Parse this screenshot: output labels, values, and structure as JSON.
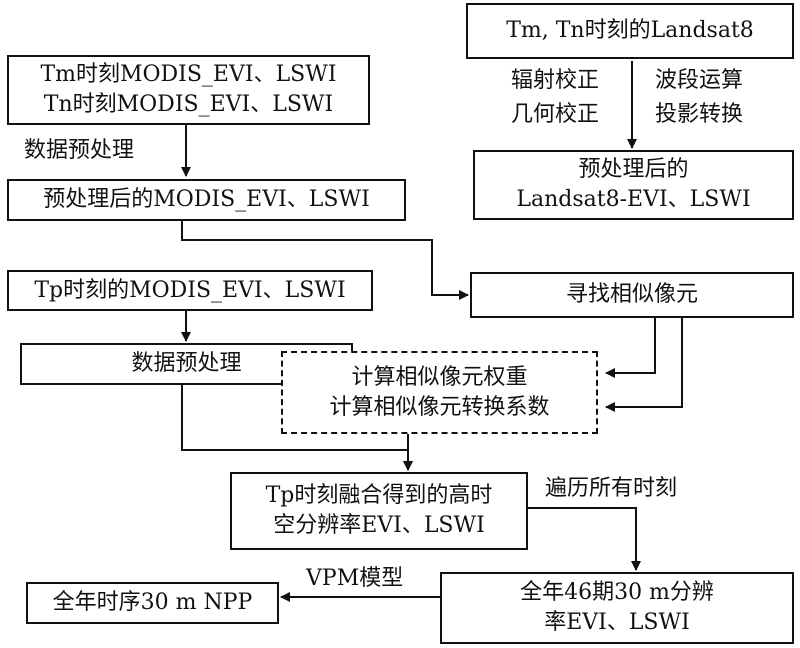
{
  "boxes": {
    "landsat_source": "Tm, Tn时刻的Landsat8",
    "modis_source_line1": "Tm时刻MODIS_EVI、LSWI",
    "modis_source_line2": "Tn时刻MODIS_EVI、LSWI",
    "modis_preprocessed": "预处理后的MODIS_EVI、LSWI",
    "landsat_preprocessed_line1": "预处理后的",
    "landsat_preprocessed_line2": "Landsat8-EVI、LSWI",
    "find_similar": "寻找相似像元",
    "tp_modis": "Tp时刻的MODIS_EVI、LSWI",
    "tp_preprocess": "数据预处理",
    "compute_line1": "计算相似像元权重",
    "compute_line2": "计算相似像元转换系数",
    "fusion_line1": "Tp时刻融合得到的高时",
    "fusion_line2": "空分辨率EVI、LSWI",
    "annual_line1": "全年46期30 m分辨",
    "annual_line2": "率EVI、LSWI",
    "npp": "全年时序30 m NPP"
  },
  "labels": {
    "radiometric": "辐射校正",
    "geometric": "几何校正",
    "band_calc": "波段运算",
    "projection": "投影转换",
    "data_preprocess": "数据预处理",
    "iterate_all": "遍历所有时刻",
    "vpm": "VPM模型"
  },
  "colors": {
    "line": "#111111",
    "background": "#ffffff"
  }
}
